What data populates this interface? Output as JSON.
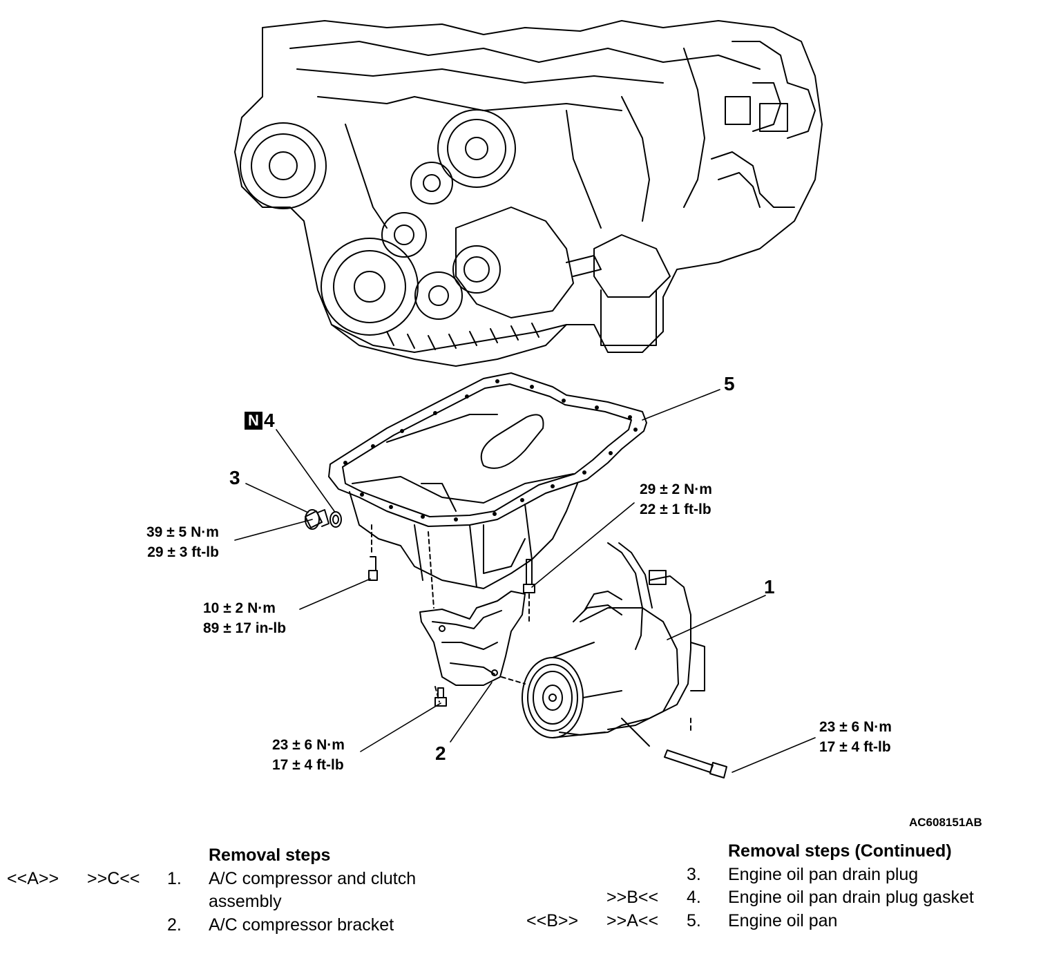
{
  "figure_code": "AC608151AB",
  "callouts": {
    "n1": "1",
    "n2": "2",
    "n3": "3",
    "n4": "4",
    "n4_badge": "N",
    "n5": "5"
  },
  "torques": {
    "drain_plug": [
      "39 ± 5 N·m",
      "29 ± 3 ft-lb"
    ],
    "pan_bolt_small": [
      "10 ± 2 N·m",
      "89 ± 17 in-lb"
    ],
    "bracket_top_bolt": [
      "29 ± 2 N·m",
      "22 ± 1 ft-lb"
    ],
    "bracket_bottom_bolt": [
      "23 ± 6 N·m",
      "17 ± 4 ft-lb"
    ],
    "compressor_bolt": [
      "23 ± 6 N·m",
      "17 ± 4 ft-lb"
    ]
  },
  "removal_steps": {
    "heading": "Removal steps",
    "items": [
      {
        "ref1": "<<A>>",
        "ref2": ">>C<<",
        "num": "1.",
        "text": "A/C compressor and clutch",
        "text2": "assembly"
      },
      {
        "ref1": "",
        "ref2": "",
        "num": "2.",
        "text": "A/C compressor bracket"
      }
    ]
  },
  "removal_steps_continued": {
    "heading": "Removal steps (Continued)",
    "items": [
      {
        "ref1": "",
        "ref2": "",
        "num": "3.",
        "text": "Engine oil pan drain plug"
      },
      {
        "ref1": "",
        "ref2": ">>B<<",
        "num": "4.",
        "text": "Engine oil pan drain plug gasket"
      },
      {
        "ref1": "<<B>>",
        "ref2": ">>A<<",
        "num": "5.",
        "text": "Engine oil pan"
      }
    ]
  }
}
